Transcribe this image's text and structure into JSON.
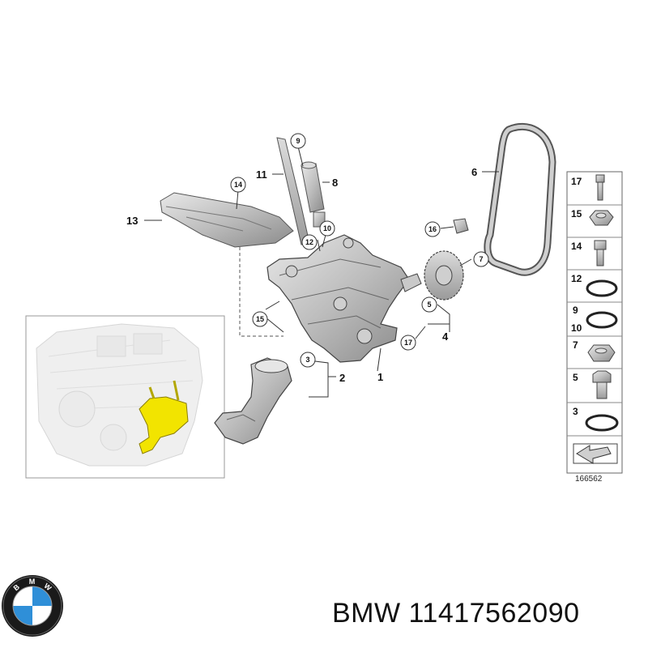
{
  "diagram": {
    "callouts": {
      "c1": "1",
      "c2": "2",
      "c3": "3",
      "c4": "4",
      "c5": "5",
      "c6": "6",
      "c7": "7",
      "c8": "8",
      "c9": "9",
      "c10": "10",
      "c11": "11",
      "c12": "12",
      "c13": "13",
      "c14": "14",
      "c15": "15",
      "c16": "16",
      "c17": "17"
    },
    "parts_panel": {
      "labels": [
        "17",
        "15",
        "14",
        "12",
        "9",
        "10",
        "7",
        "5",
        "3"
      ],
      "parts": [
        "bolt",
        "nut",
        "bolt",
        "sealing-ring",
        "sealing-ring",
        "nut",
        "bolt",
        "sealing-ring",
        "arrow-plate"
      ]
    },
    "diagram_number": "166562",
    "highlight_color": "#f2e400"
  },
  "brand": {
    "logo_text": "BMW",
    "logo_colors": {
      "ring": "#1a1a1a",
      "blue": "#2f8fd8",
      "white": "#ffffff"
    }
  },
  "caption": {
    "text": "BMW 11417562090"
  }
}
